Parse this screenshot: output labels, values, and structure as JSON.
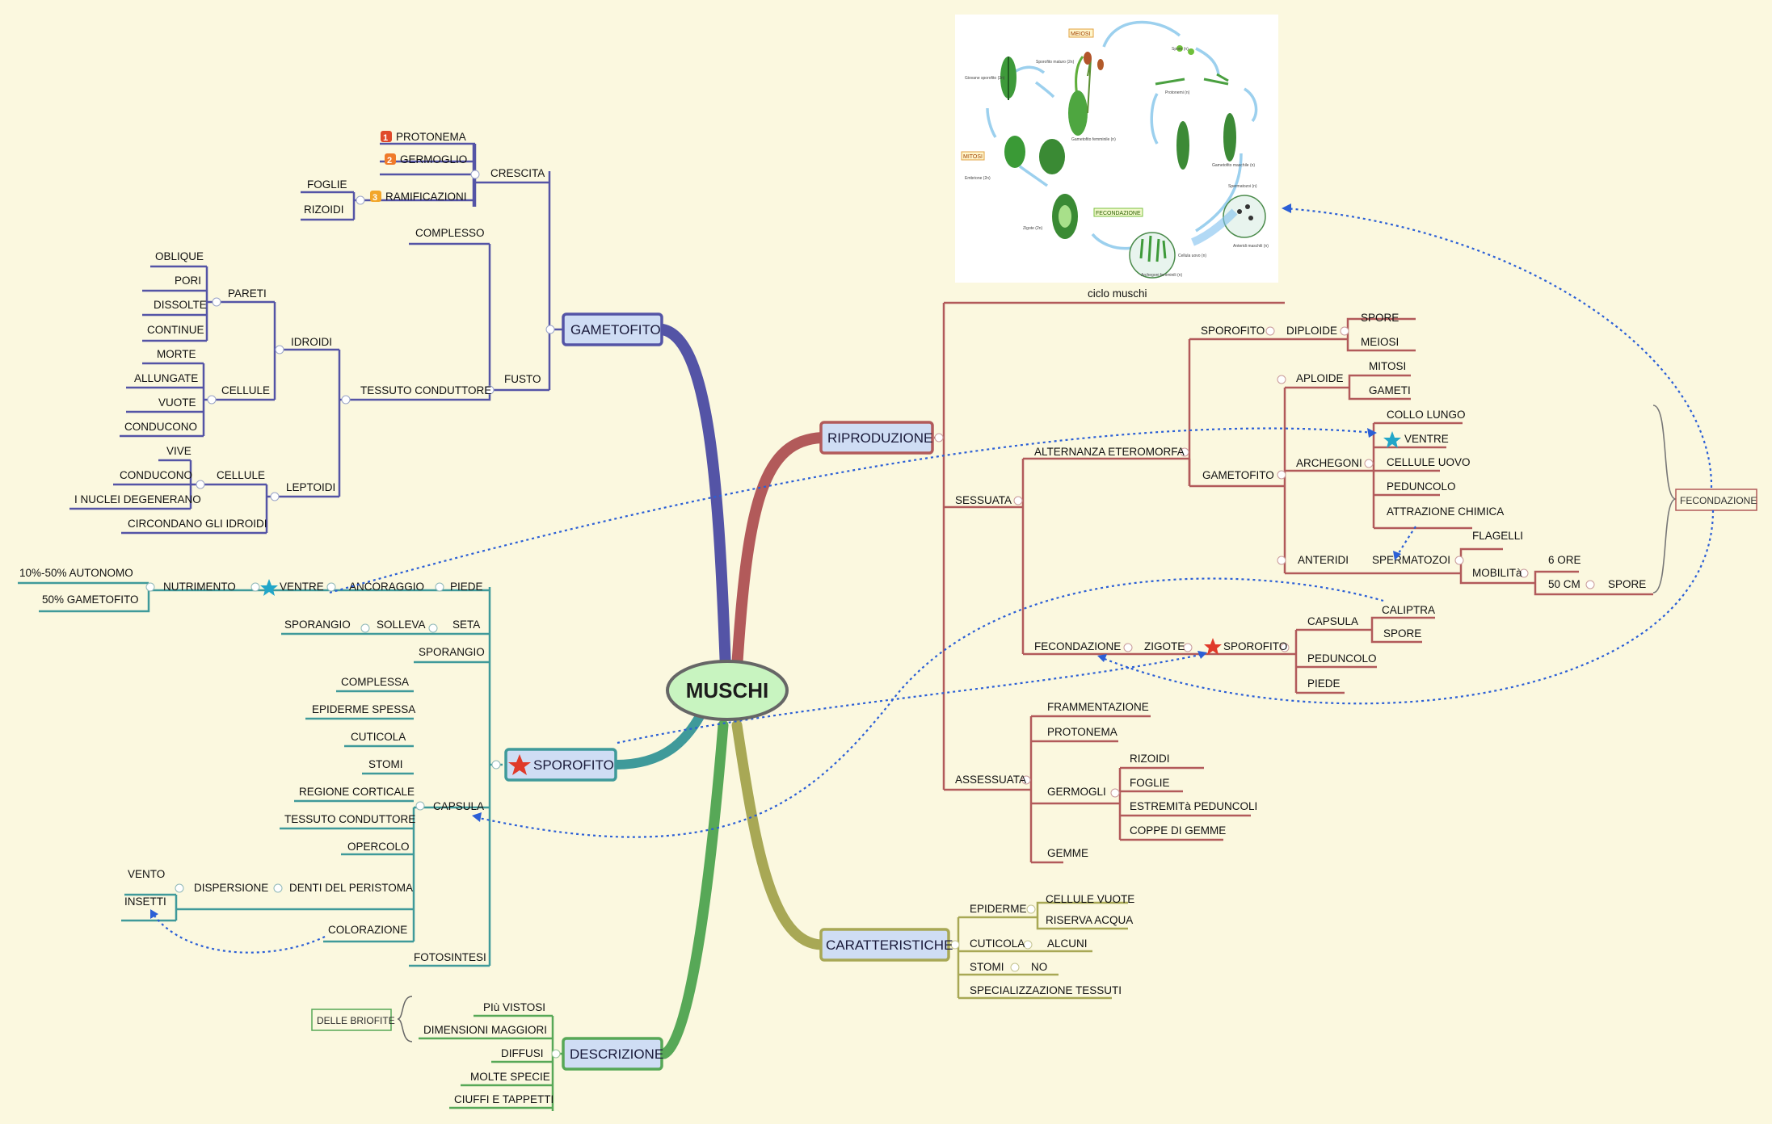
{
  "colors": {
    "background": "#fbf8df",
    "gametofito": "#5454a6",
    "riproduzione": "#b25a5a",
    "sporofito": "#3f9a9a",
    "caratteristiche": "#a8a855",
    "descrizione": "#57a857",
    "center_fill": "#c8f4c0",
    "main_fill": "#cfddf4",
    "link": "#2b5fd6"
  },
  "center": {
    "label": "MUSCHI"
  },
  "main": {
    "gametofito": "GAMETOFITO",
    "riproduzione": "RIPRODUZIONE",
    "sporofito": "SPOROFITO",
    "caratteristiche": "CARATTERISTICHE",
    "descrizione": "DESCRIZIONE"
  },
  "gametofito": {
    "crescita": "CRESCITA",
    "protonema": "PROTONEMA",
    "germoglio": "GERMOGLIO",
    "ramificazioni": "RAMIFICAZIONI",
    "foglie": "FOGLIE",
    "rizoidi": "RIZOIDI",
    "fusto": "FUSTO",
    "complesso": "COMPLESSO",
    "tessuto_conduttore": "TESSUTO CONDUTTORE",
    "idroidi": "IDROIDI",
    "pareti": "PARETI",
    "oblique": "OBLIQUE",
    "pori": "PORI",
    "dissolte": "DISSOLTE",
    "continue": "CONTINUE",
    "cellule": "CELLULE",
    "morte": "MORTE",
    "allungate": "ALLUNGATE",
    "vuote": "VUOTE",
    "conducono": "CONDUCONO",
    "leptoidi": "LEPTOIDI",
    "vive": "VIVE",
    "nuclei": "I NUCLEI DEGENERANO",
    "circondano": "CIRCONDANO GLI IDROIDI",
    "markers": [
      "1",
      "2",
      "3"
    ]
  },
  "sporofito": {
    "piede": "PIEDE",
    "ancoraggio": "ANCORAGGIO",
    "ventre": "VENTRE",
    "nutrimento": "NUTRIMENTO",
    "autonomo": "10%-50% AUTONOMO",
    "gametofito50": "50% GAMETOFITO",
    "seta": "SETA",
    "solleva": "SOLLEVA",
    "sporangio": "SPORANGIO",
    "capsula": "CAPSULA",
    "complessa": "COMPLESSA",
    "epiderme_spessa": "EPIDERME SPESSA",
    "cuticola": "CUTICOLA",
    "stomi": "STOMI",
    "regione_corticale": "REGIONE CORTICALE",
    "tessuto_conduttore": "TESSUTO CONDUTTORE",
    "opercolo": "OPERCOLO",
    "denti": "DENTI DEL PERISTOMA",
    "dispersione": "DISPERSIONE",
    "vento": "VENTO",
    "insetti": "INSETTI",
    "colorazione": "COLORAZIONE",
    "fotosintesi": "FOTOSINTESI"
  },
  "descrizione": {
    "items": [
      "PIù VISTOSI",
      "DIMENSIONI MAGGIORI",
      "DIFFUSI",
      "MOLTE SPECIE",
      "CIUFFI E TAPPETTI"
    ],
    "summary": "DELLE BRIOFITE"
  },
  "riproduzione": {
    "ciclo_caption": "ciclo muschi",
    "sessuata": "SESSUATA",
    "alternanza": "ALTERNANZA ETEROMORFA",
    "sporofito": "SPOROFITO",
    "diploide": "DIPLOIDE",
    "spore": "SPORE",
    "meiosi": "MEIOSI",
    "gametofito": "GAMETOFITO",
    "aploide": "APLOIDE",
    "mitosi": "MITOSI",
    "gameti": "GAMETI",
    "archegoni": "ARCHEGONI",
    "collo_lungo": "COLLO LUNGO",
    "ventre": "VENTRE",
    "cellule_uovo": "CELLULE UOVO",
    "peduncolo": "PEDUNCOLO",
    "attrazione": "ATTRAZIONE CHIMICA",
    "anteridi": "ANTERIDI",
    "spermatozoi": "SPERMATOZOI",
    "flagelli": "FLAGELLI",
    "mobilita": "MOBILITà",
    "sei_ore": "6 ORE",
    "cinquanta_cm": "50 CM",
    "spore2": "SPORE",
    "fecondazione": "FECONDAZIONE",
    "zigote": "ZIGOTE",
    "sporofito2": "SPOROFITO",
    "capsula": "CAPSULA",
    "caliptra": "CALIPTRA",
    "spore3": "SPORE",
    "peduncolo2": "PEDUNCOLO",
    "piede": "PIEDE",
    "assessuata": "ASSESSUATA",
    "frammentazione": "FRAMMENTAZIONE",
    "protonema": "PROTONEMA",
    "germogli": "GERMOGLI",
    "rizoidi": "RIZOIDI",
    "foglie": "FOGLIE",
    "estremita": "ESTREMITà PEDUNCOLI",
    "coppe": "COPPE DI GEMME",
    "gemme": "GEMME",
    "fecondazione_summary": "FECONDAZIONE"
  },
  "caratteristiche": {
    "epiderme": "EPIDERME",
    "cellule_vuote": "CELLULE VUOTE",
    "riserva": "RISERVA ACQUA",
    "cuticola": "CUTICOLA",
    "alcuni": "ALCUNI",
    "stomi": "STOMI",
    "no": "NO",
    "specializzazione": "SPECIALIZZAZIONE TESSUTI"
  },
  "ciclo_image": {
    "labels": {
      "meiosi": "MEIOSI",
      "mitosi": "MITOSI",
      "fecondazione": "FECONDAZIONE",
      "spore": "Spore (n)",
      "protonemi": "Protonemi (n)",
      "sporofito_maturo": "Sporofito maturo (2n)",
      "giovane_sporofito": "Giovane sporofito (2n)",
      "gametofito_femm": "Gametofito femminile (n)",
      "gametofito_masch": "Gametofito maschile (n)",
      "embrione": "Embrione (2n)",
      "zigote": "Zigote (2n)",
      "spermatozoi": "Spermatozoi (n)",
      "anteridi": "Anteridi maschili (n)",
      "archegoni": "Archegoni femminili (n)",
      "cellula_uovo": "Cellula uovo (n)"
    }
  }
}
